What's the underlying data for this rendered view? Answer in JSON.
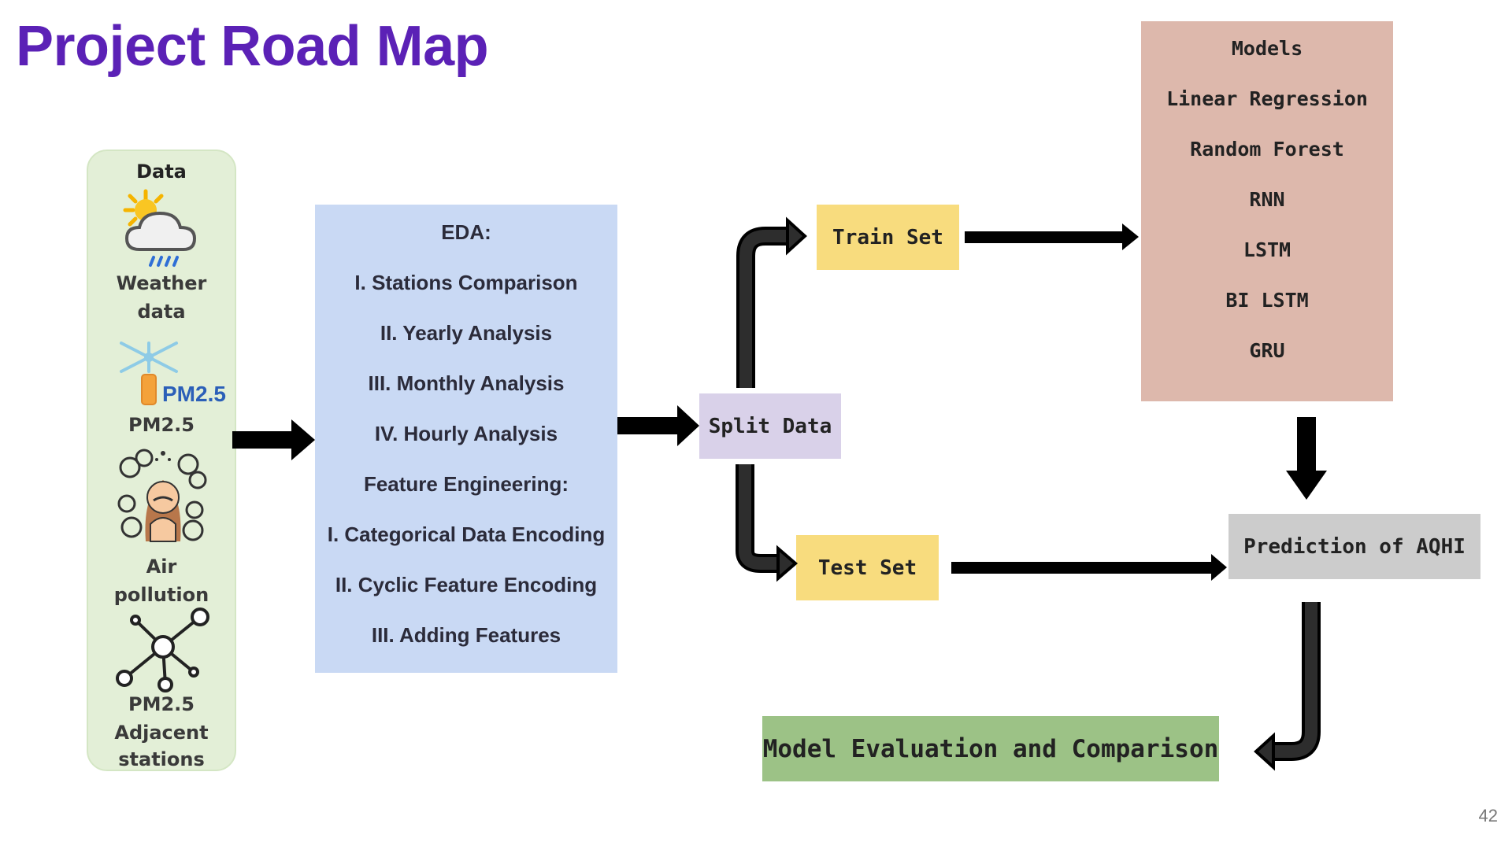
{
  "title": "Project Road Map",
  "page_number": "42",
  "data_panel": {
    "heading": "Data",
    "weather_label": [
      "Weather",
      "data"
    ],
    "pm25_badge": "PM2.5",
    "pm25_label": "PM2.5",
    "air_label": [
      "Air",
      "pollution"
    ],
    "adjacent_label": [
      "PM2.5",
      "Adjacent",
      "stations"
    ]
  },
  "eda": {
    "lines": [
      "EDA:",
      "I. Stations Comparison",
      "II. Yearly Analysis",
      "III. Monthly Analysis",
      "IV. Hourly Analysis",
      "Feature Engineering:",
      "I. Categorical Data Encoding",
      "II. Cyclic Feature Encoding",
      "III. Adding Features"
    ]
  },
  "split": "Split Data",
  "train": "Train Set",
  "test": "Test Set",
  "models": {
    "items": [
      "Models",
      "Linear Regression",
      "Random Forest",
      "RNN",
      "LSTM",
      "BI LSTM",
      "GRU"
    ]
  },
  "prediction": "Prediction of AQHI",
  "evaluation": "Model Evaluation and Comparison",
  "colors": {
    "title": "#5b21b6",
    "data_panel": "#e3efd7",
    "eda": "#c9d9f4",
    "split": "#d9d1e9",
    "train_test": "#f8dc7e",
    "models": "#ddb8ac",
    "prediction": "#cccccc",
    "evaluation": "#9cc286"
  }
}
